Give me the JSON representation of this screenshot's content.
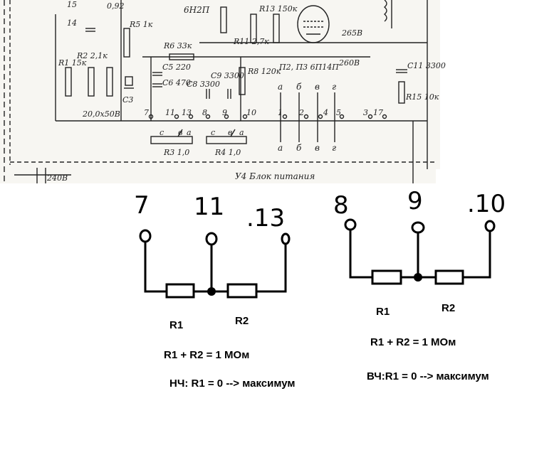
{
  "schematic": {
    "tube_1": "6Н2П",
    "tube_2": "П2, П3 6П14П",
    "block_label": "У4 Блок питания",
    "voltage_240": "240В",
    "voltage_265": "265В",
    "voltage_260": "260В",
    "voltage_092": "0,92",
    "capacitor_c3": "C3",
    "capacitor_c3_value": "20,0x50В",
    "c5_value": "C5 220",
    "c6_value": "C6 470",
    "c8_value": "C8 3300",
    "c9_value": "C9 3300",
    "c11_value": "C11 3300",
    "r6_value": "R6 33к",
    "r8_value": "R8 120к",
    "r11_value": "R11 2,7к",
    "r15_value": "R15 10к",
    "r1_value": "R1 15к",
    "r2_value": "R2 2,1к",
    "r5_value": "R5 1к",
    "r3_label": "R3 1,0",
    "r4_label": "R4 1,0",
    "r13_value": "R13 150к",
    "pins_top": [
      "14",
      "15",
      "7",
      "11",
      "13",
      "8",
      "9",
      "10",
      "1",
      "2",
      "4",
      "5",
      "3",
      "17"
    ],
    "letters_top": [
      "а",
      "б",
      "в",
      "г"
    ],
    "letters_bottom": [
      "а",
      "б",
      "в",
      "г"
    ],
    "pot_letters": [
      "с",
      "в",
      "а"
    ]
  },
  "left_circuit": {
    "pin_a": "7",
    "pin_b": "11",
    "pin_c": ".13",
    "r1": "R1",
    "r2": "R2",
    "formula": "R1 + R2 = 1 МОм",
    "note": "НЧ: R1 = 0  --> максимум"
  },
  "right_circuit": {
    "pin_a": "8",
    "pin_b": "9",
    "pin_c": ".10",
    "r1": "R1",
    "r2": "R2",
    "formula": "R1 + R2 = 1 МОм",
    "note": "ВЧ:R1 = 0  --> максимум"
  },
  "colors": {
    "paper": "#f7f6f2",
    "ink": "#222222",
    "marker": "#000000"
  }
}
